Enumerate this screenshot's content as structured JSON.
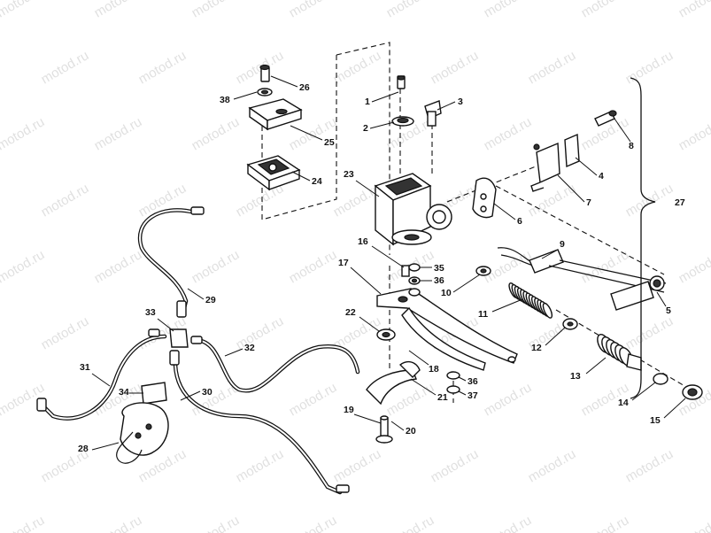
{
  "watermark": "motod.ru",
  "callouts": [
    {
      "n": "1"
    },
    {
      "n": "2"
    },
    {
      "n": "3"
    },
    {
      "n": "4"
    },
    {
      "n": "5"
    },
    {
      "n": "6"
    },
    {
      "n": "7"
    },
    {
      "n": "8"
    },
    {
      "n": "9"
    },
    {
      "n": "10"
    },
    {
      "n": "11"
    },
    {
      "n": "12"
    },
    {
      "n": "13"
    },
    {
      "n": "14"
    },
    {
      "n": "15"
    },
    {
      "n": "16"
    },
    {
      "n": "17"
    },
    {
      "n": "18"
    },
    {
      "n": "19"
    },
    {
      "n": "20"
    },
    {
      "n": "21"
    },
    {
      "n": "22"
    },
    {
      "n": "23"
    },
    {
      "n": "24"
    },
    {
      "n": "25"
    },
    {
      "n": "26"
    },
    {
      "n": "27"
    },
    {
      "n": "28"
    },
    {
      "n": "29"
    },
    {
      "n": "30"
    },
    {
      "n": "31"
    },
    {
      "n": "32"
    },
    {
      "n": "33"
    },
    {
      "n": "34"
    },
    {
      "n": "35"
    },
    {
      "n": "36"
    },
    {
      "n": "36"
    },
    {
      "n": "37"
    },
    {
      "n": "38"
    }
  ]
}
